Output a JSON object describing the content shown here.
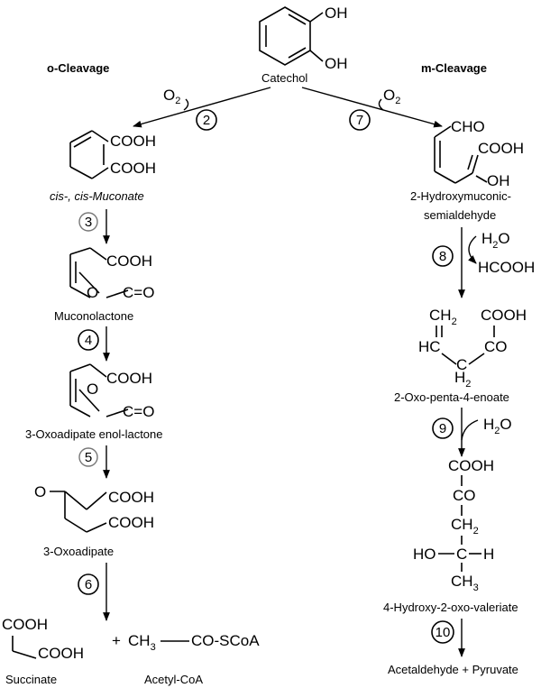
{
  "headers": {
    "ortho": "o-Cleavage",
    "meta": "m-Cleavage"
  },
  "catechol": {
    "name": "Catechol",
    "oh1": "OH",
    "oh2": "OH"
  },
  "oxygen": {
    "left_main": "O",
    "left_sub": "2",
    "right_main": "O",
    "right_sub": "2"
  },
  "steps": {
    "s2": "2",
    "s3": "3",
    "s4": "4",
    "s5": "5",
    "s6": "6",
    "s7": "7",
    "s8": "8",
    "s9": "9",
    "s10": "10"
  },
  "ortho": {
    "muconate": {
      "name": "cis-, cis-Muconate",
      "cooh1": "COOH",
      "cooh2": "COOH"
    },
    "muconolactone": {
      "name": "Muconolactone",
      "cooh": "COOH",
      "o": "O",
      "co": "C=O"
    },
    "enol_lactone": {
      "name": "3-Oxoadipate enol-lactone",
      "cooh": "COOH",
      "o": "O",
      "co": "C=O"
    },
    "oxoadipate": {
      "name": "3-Oxoadipate",
      "o": "O",
      "cooh1": "COOH",
      "cooh2": "COOH"
    },
    "succinate": {
      "name": "Succinate",
      "cooh1": "COOH",
      "cooh2": "COOH"
    },
    "plus": "+",
    "acetyl_coa": {
      "name": "Acetyl-CoA",
      "ch3": "CH",
      "sub3": "3",
      "coscoa": "CO-SCoA"
    }
  },
  "meta": {
    "hms": {
      "name1": "2-Hydroxymuconic-",
      "name2": "semialdehyde",
      "cho": "CHO",
      "cooh": "COOH",
      "oh": "OH"
    },
    "water1": {
      "h": "H",
      "sub": "2",
      "o": "O"
    },
    "hcooh": "HCOOH",
    "oxopentenoate": {
      "name": "2-Oxo-penta-4-enoate",
      "ch2": "CH",
      "ch2_sub": "2",
      "cooh": "COOH",
      "hc": "HC",
      "co": "CO",
      "c": "C",
      "h2": "H",
      "h2_sub": "2"
    },
    "water2": {
      "h": "H",
      "sub": "2",
      "o": "O"
    },
    "hov": {
      "name": "4-Hydroxy-2-oxo-valeriate",
      "cooh": "COOH",
      "co": "CO",
      "ch2": "CH",
      "ch2_sub": "2",
      "ho": "HO",
      "c": "C",
      "h": "H",
      "ch3": "CH",
      "ch3_sub": "3"
    },
    "products": "Acetaldehyde + Pyruvate"
  }
}
